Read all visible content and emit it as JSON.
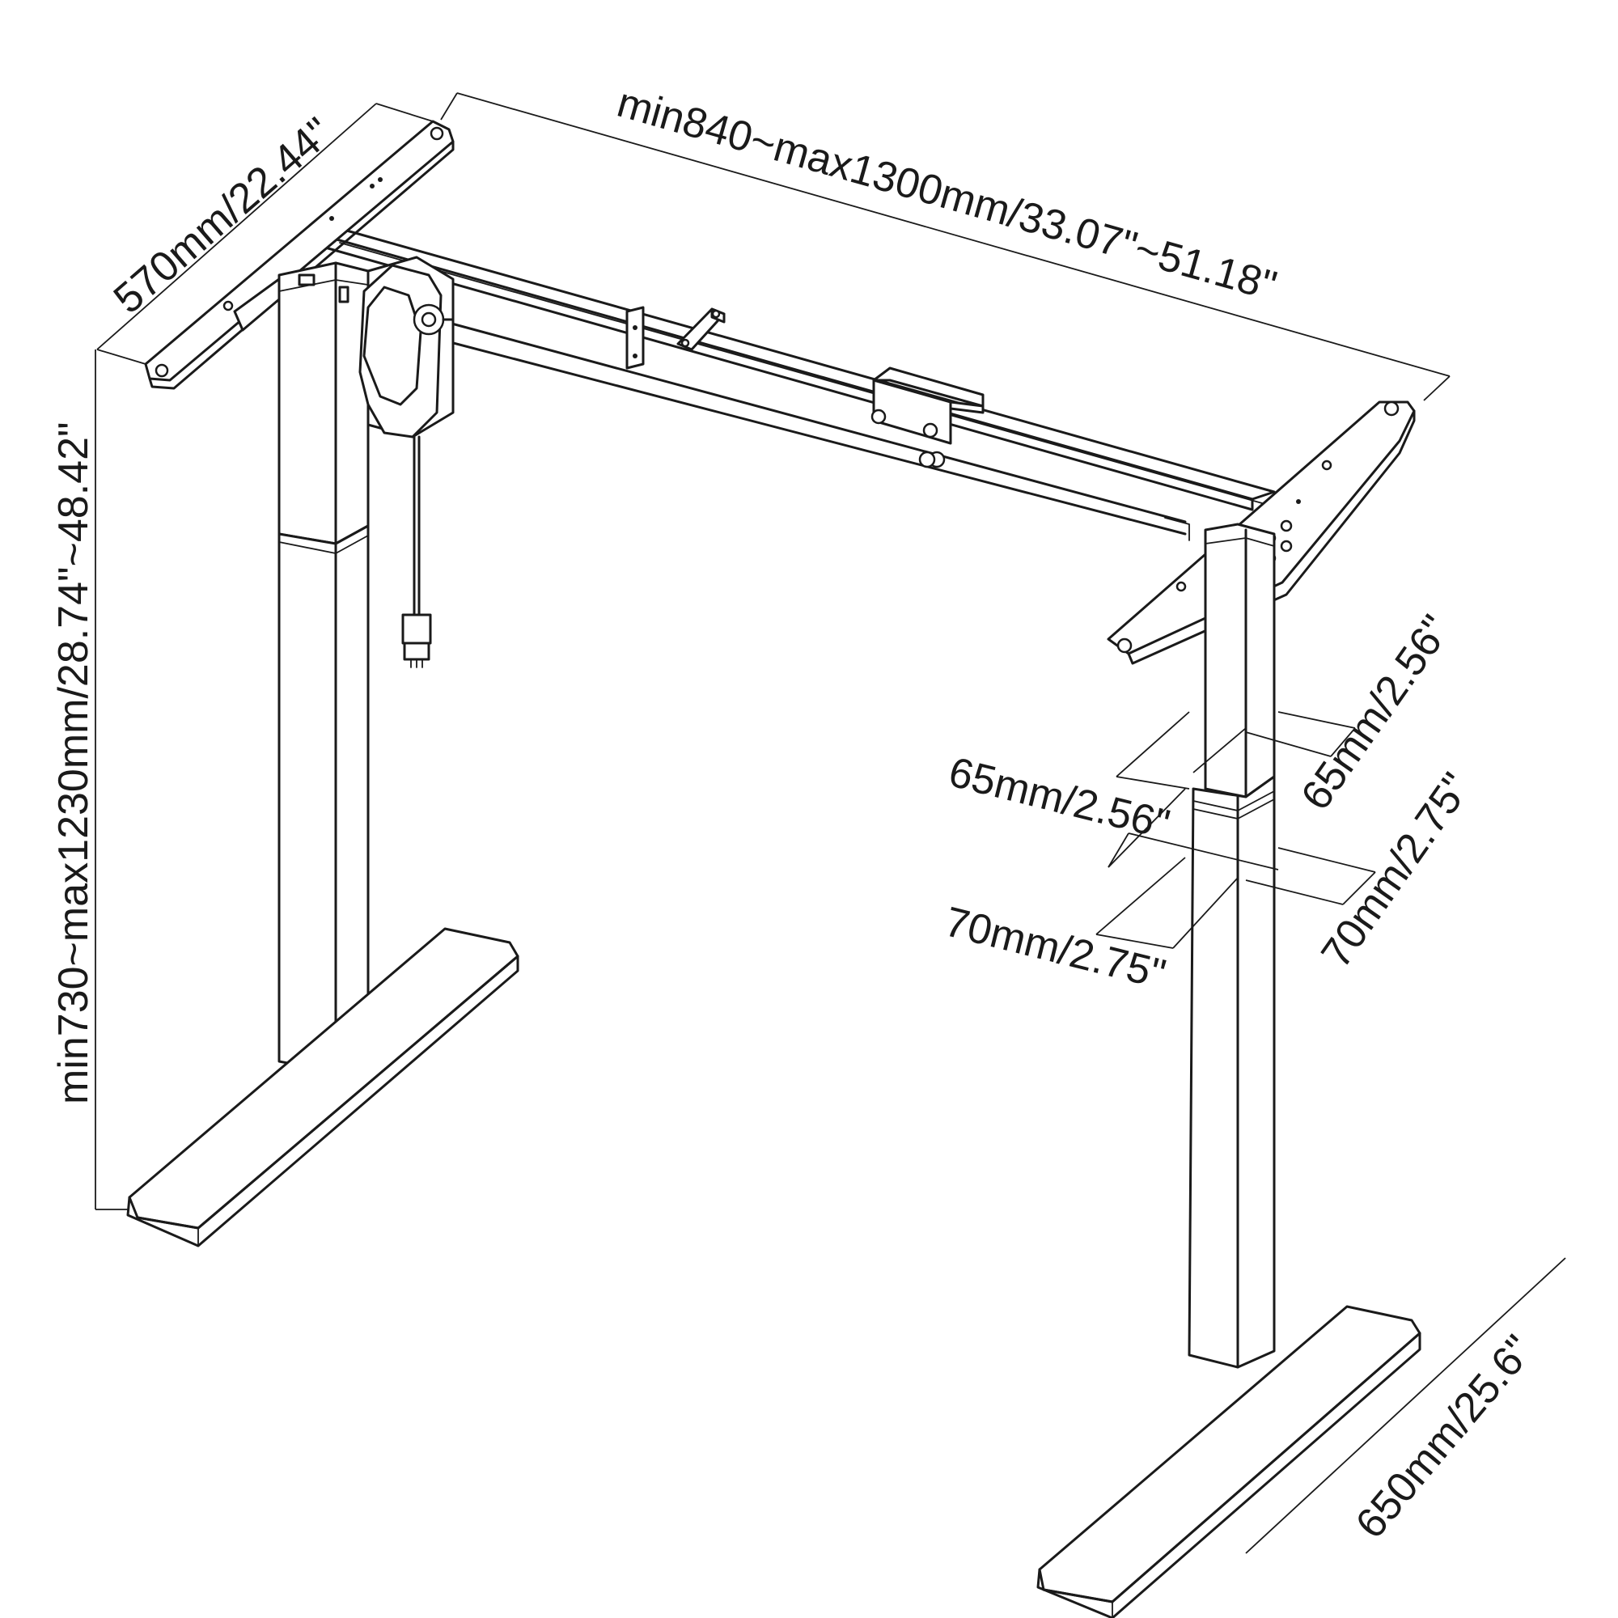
{
  "dimensions": {
    "width_label": "min840~max1300mm/33.07\"~51.18\"",
    "depth_label": "570mm/22.44\"",
    "height_label": "min730~max1230mm/28.74\"~48.42\"",
    "upper_column_left_label": "65mm/2.56\"",
    "upper_column_right_label": "65mm/2.56\"",
    "lower_column_left_label": "70mm/2.75\"",
    "lower_column_right_label": "70mm/2.75\"",
    "foot_length_label": "650mm/25.6\""
  },
  "colors": {
    "line": "#1a1a1a",
    "background": "#ffffff"
  }
}
